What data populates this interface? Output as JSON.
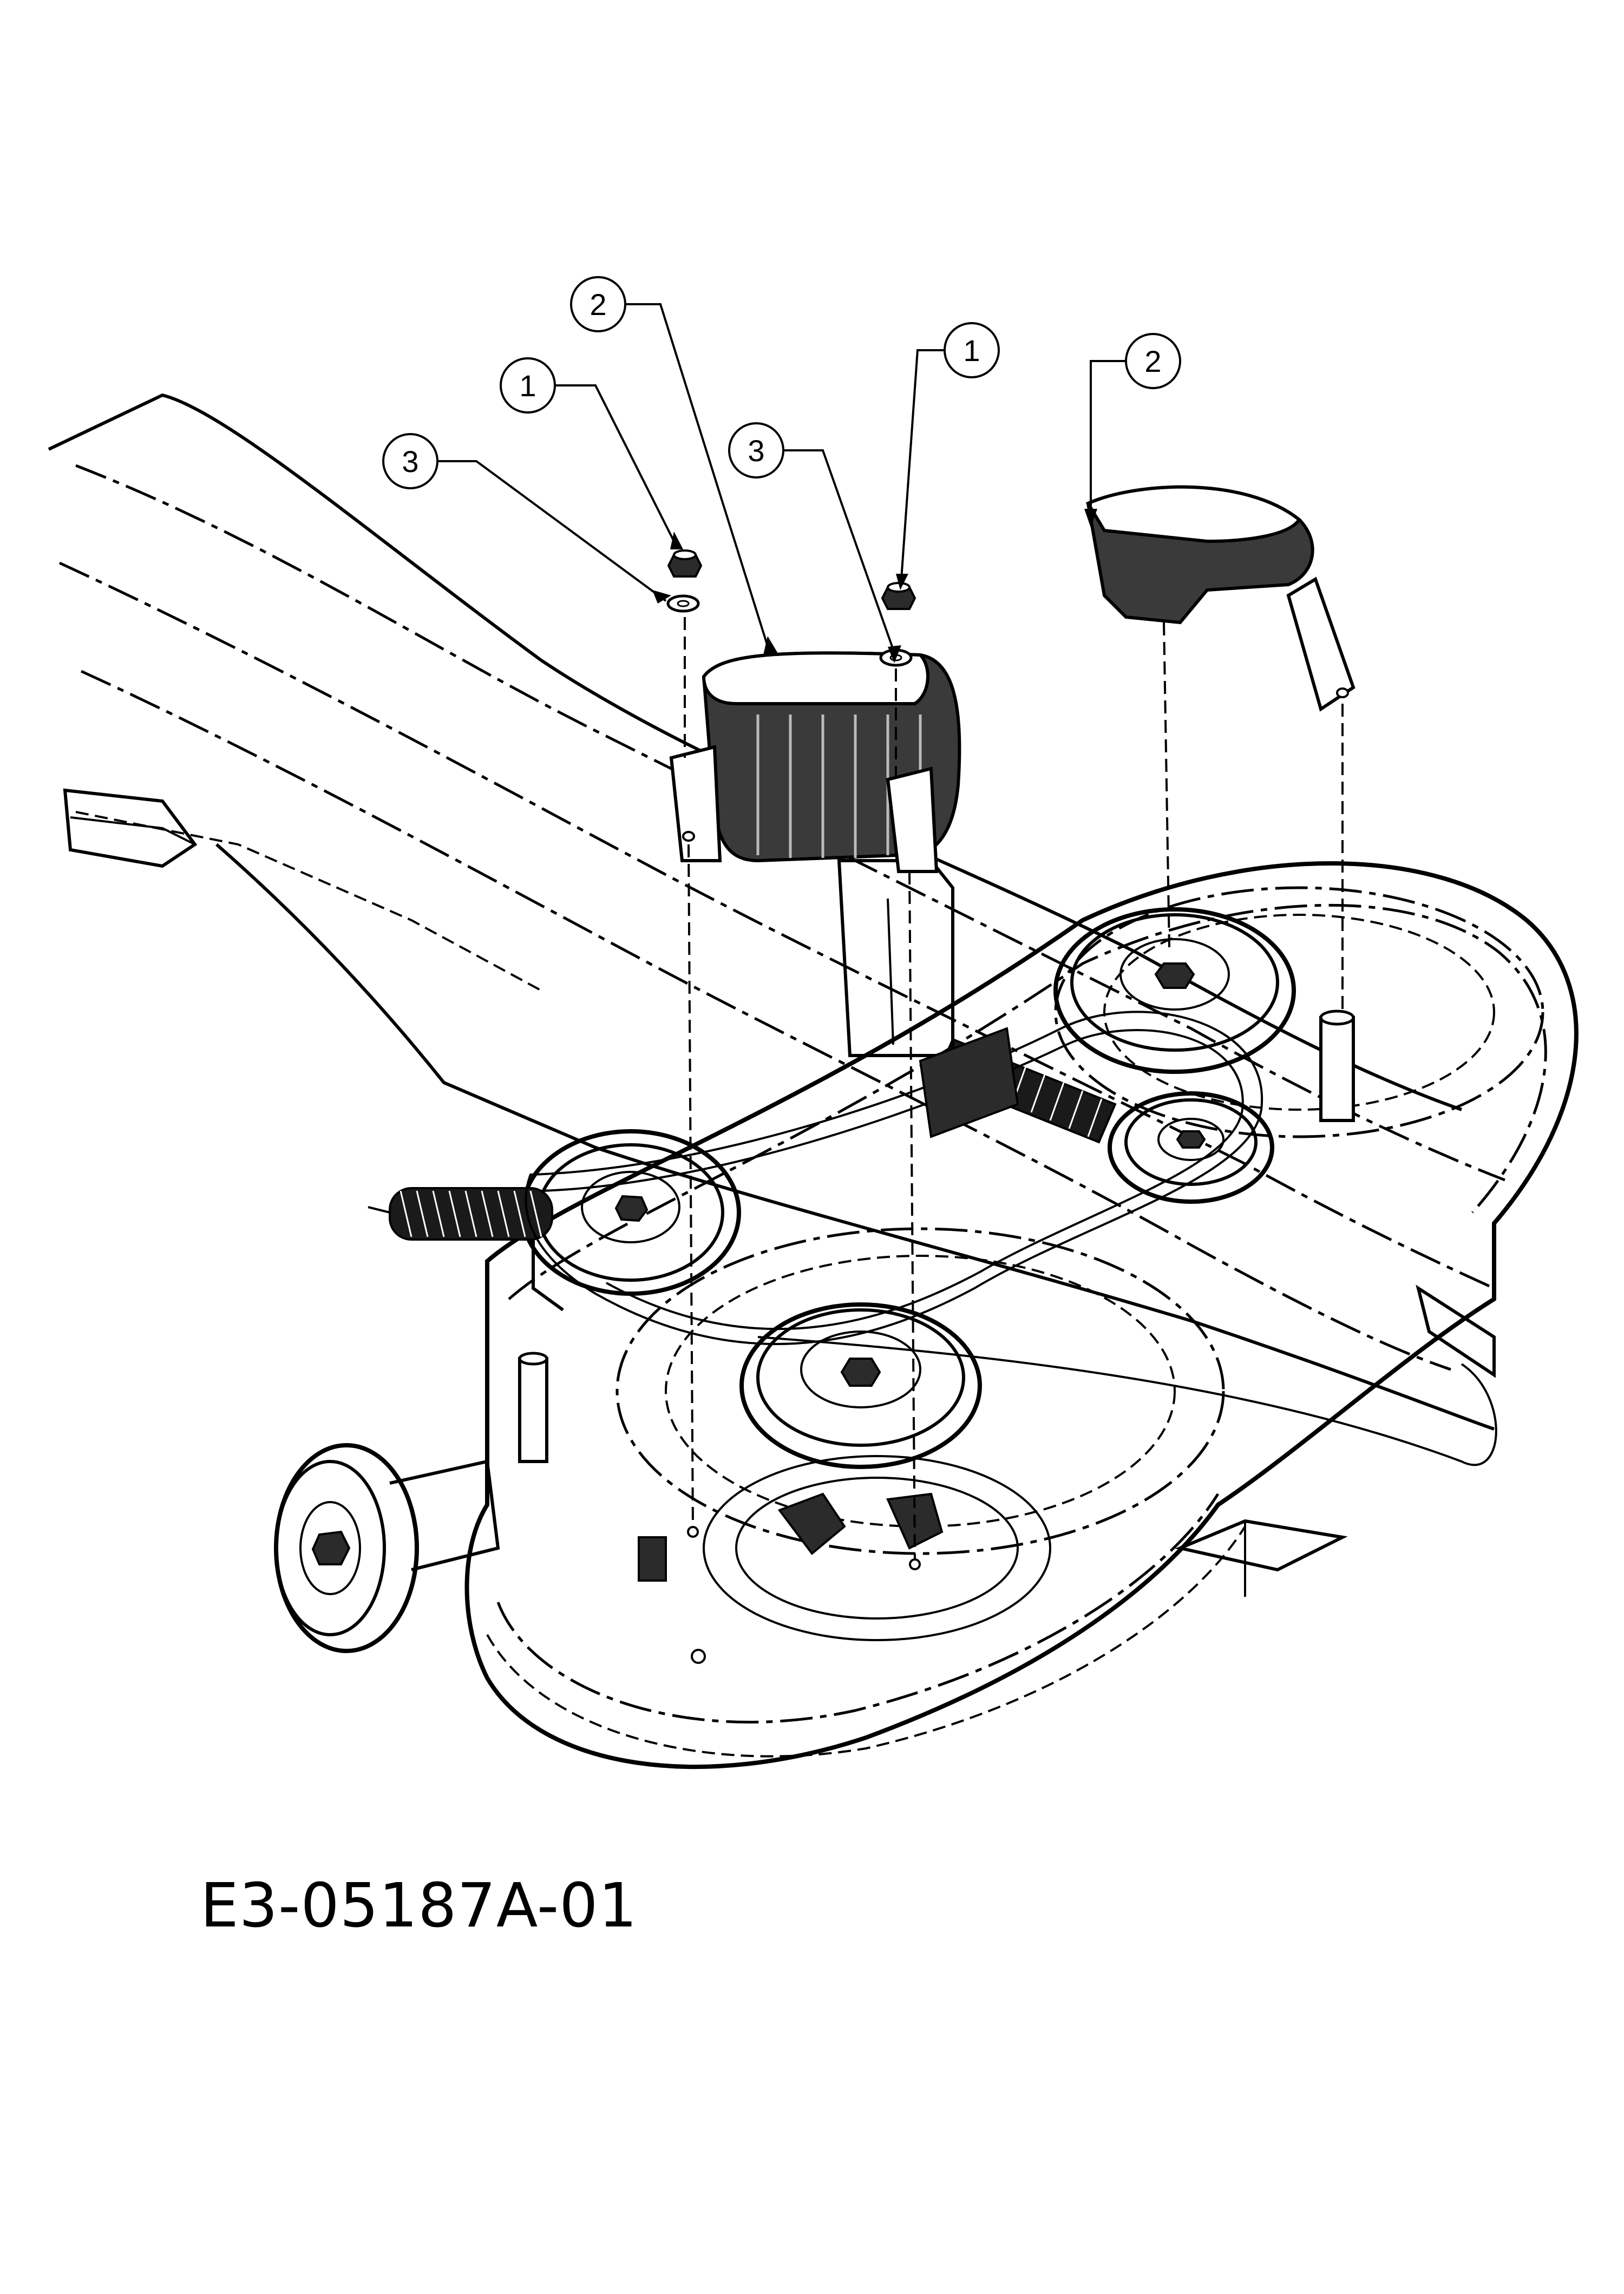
{
  "drawing_code": "E3-05187A-01",
  "callouts": [
    {
      "id": "c1",
      "label": "2"
    },
    {
      "id": "c2",
      "label": "1"
    },
    {
      "id": "c3",
      "label": "3"
    },
    {
      "id": "c4",
      "label": "1"
    },
    {
      "id": "c5",
      "label": "3"
    },
    {
      "id": "c6",
      "label": "2"
    }
  ]
}
